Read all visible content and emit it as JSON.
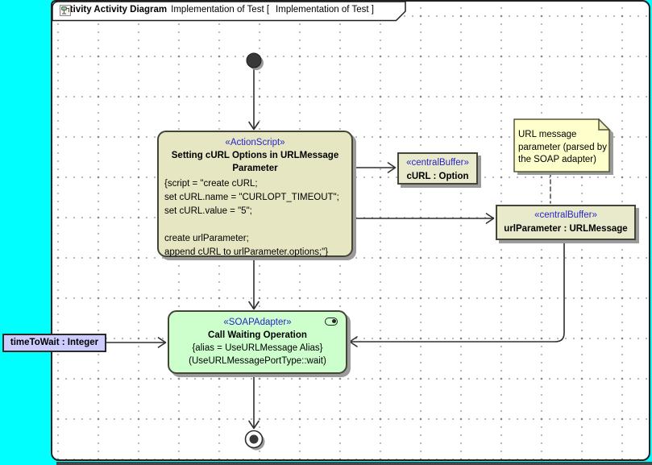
{
  "frame": {
    "title_bold": "activity Activity Diagram",
    "title_pre": "Implementation of Test [",
    "title_post": "Implementation of Test ]"
  },
  "nodes": {
    "action_script": {
      "stereotype": "«ActionScript»",
      "name": "Setting cURL Options in URLMessage Parameter",
      "body_lines": [
        "{script = \"create cURL;",
        "set cURL.name = \"CURLOPT_TIMEOUT\";",
        "set cURL.value = \"5\";",
        "",
        "create urlParameter;",
        "append cURL to urlParameter.options;\"}"
      ]
    },
    "curl_buffer": {
      "stereotype": "«centralBuffer»",
      "name": "cURL : Option"
    },
    "url_buffer": {
      "stereotype": "«centralBuffer»",
      "name": "urlParameter : URLMessage"
    },
    "soap_action": {
      "stereotype": "«SOAPAdapter»",
      "name": "Call Waiting Operation",
      "line1": "{alias = UseURLMessage Alias}",
      "line2": "(UseURLMessagePortType::wait)"
    },
    "input_pin": {
      "label": "timeToWait : Integer"
    },
    "note": {
      "lines": [
        "URL message",
        "parameter (parsed by",
        "the SOAP adapter)"
      ]
    }
  },
  "colors": {
    "page_background": "#00ffff",
    "action_fill": "#e6e6c3",
    "buffer_fill": "#e9e9cb",
    "soap_fill": "#ccffcc",
    "pin_fill": "#ccccff",
    "note_fill": "#ffffcc",
    "stereotype_text": "#2626c9",
    "edge_stroke": "#2e2e2e"
  }
}
